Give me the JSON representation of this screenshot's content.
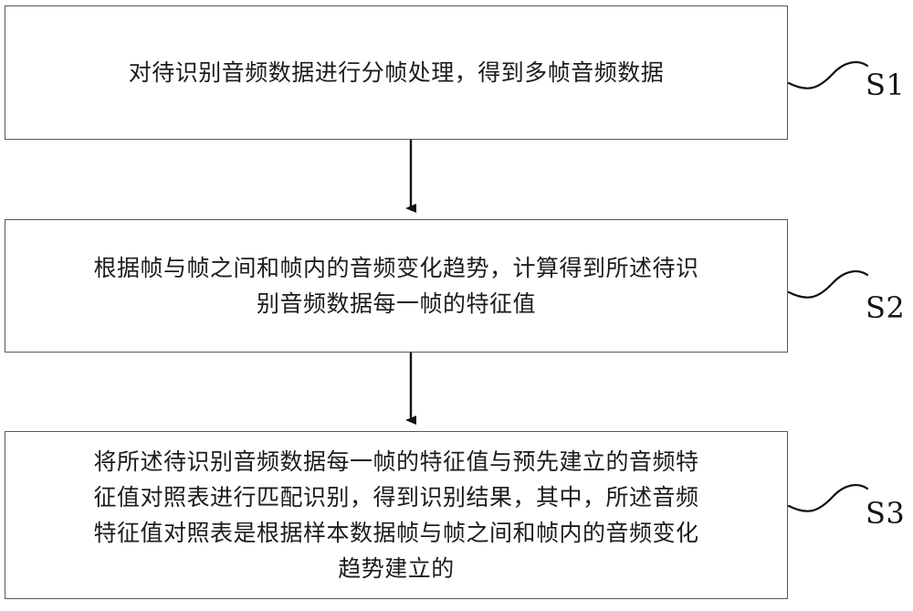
{
  "diagram": {
    "type": "flowchart",
    "orientation": "vertical",
    "background_color": "#ffffff",
    "box_border_color": "#55585c",
    "text_color": "#1c1c1c",
    "steps": [
      {
        "id": "S1",
        "label": "S1",
        "text": "对待识别音频数据进行分帧处理，得到多帧音频数据"
      },
      {
        "id": "S2",
        "label": "S2",
        "text": "根据帧与帧之间和帧内的音频变化趋势，计算得到所述待识\n别音频数据每一帧的特征值"
      },
      {
        "id": "S3",
        "label": "S3",
        "text": "将所述待识别音频数据每一帧的特征值与预先建立的音频特\n征值对照表进行匹配识别，得到识别结果，其中，所述音频\n特征值对照表是根据样本数据帧与帧之间和帧内的音频变化\n趋势建立的"
      }
    ],
    "connectors": [
      {
        "from": "S1",
        "to": "S2",
        "style": "arrow-down"
      },
      {
        "from": "S2",
        "to": "S3",
        "style": "arrow-down"
      }
    ],
    "leaders": [
      {
        "target": "S1",
        "style": "s-curve"
      },
      {
        "target": "S2",
        "style": "s-curve"
      },
      {
        "target": "S3",
        "style": "s-curve"
      }
    ]
  }
}
